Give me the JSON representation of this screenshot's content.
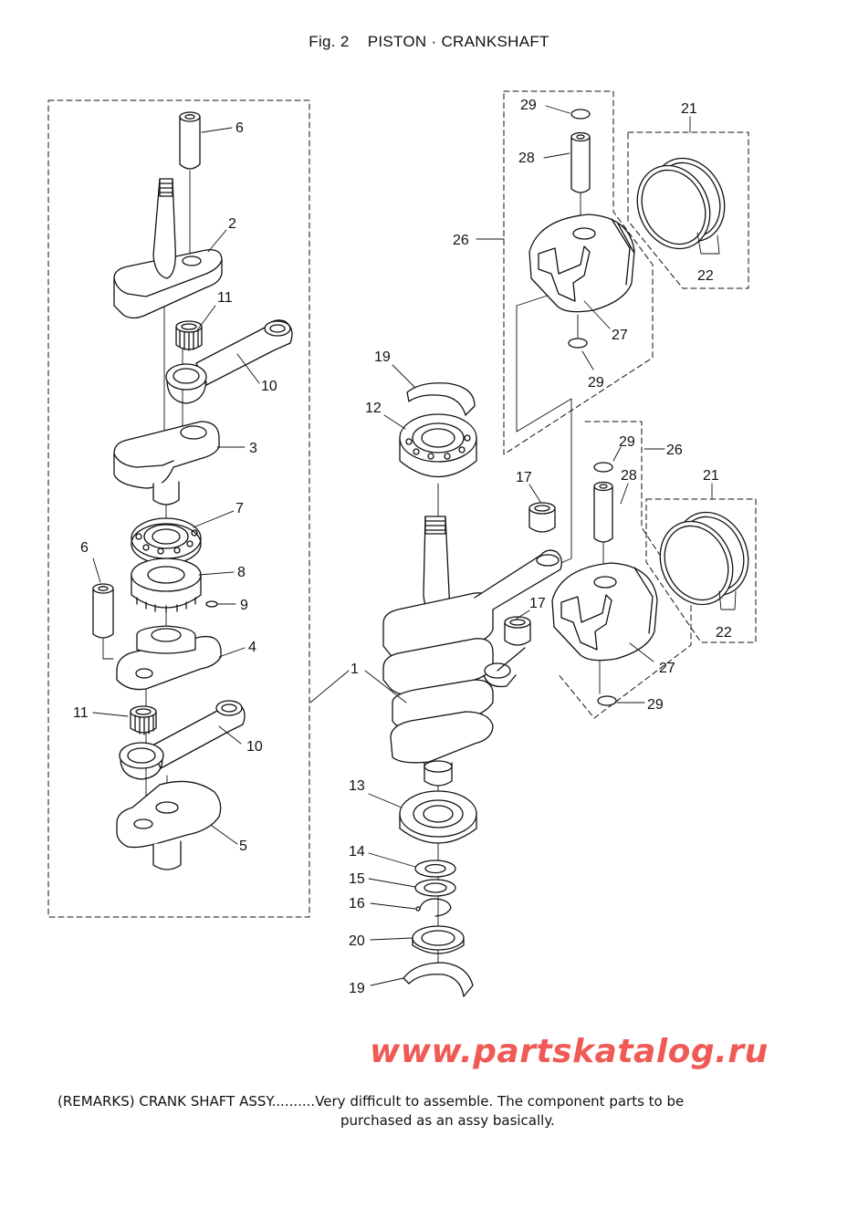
{
  "figure": {
    "number": "Fig. 2",
    "title": "PISTON · CRANKSHAFT"
  },
  "callouts": {
    "c1": "1",
    "c2": "2",
    "c3": "3",
    "c4": "4",
    "c5": "5",
    "c6a": "6",
    "c6b": "6",
    "c7": "7",
    "c8": "8",
    "c9": "9",
    "c10a": "10",
    "c10b": "10",
    "c11a": "11",
    "c11b": "11",
    "c12": "12",
    "c13": "13",
    "c14": "14",
    "c15": "15",
    "c16": "16",
    "c17a": "17",
    "c17b": "17",
    "c19a": "19",
    "c19b": "19",
    "c20": "20",
    "c21a": "21",
    "c21b": "21",
    "c22a": "22",
    "c22b": "22",
    "c26a": "26",
    "c26b": "26",
    "c27a": "27",
    "c27b": "27",
    "c28a": "28",
    "c28b": "28",
    "c29a": "29",
    "c29b": "29",
    "c29c": "29",
    "c29d": "29"
  },
  "watermark": "www.partskatalog.ru",
  "remarks": {
    "line1": "(REMARKS) CRANK SHAFT ASSY..........Very difficult to assemble. The component parts to be",
    "line2": "purchased as an assy basically."
  }
}
